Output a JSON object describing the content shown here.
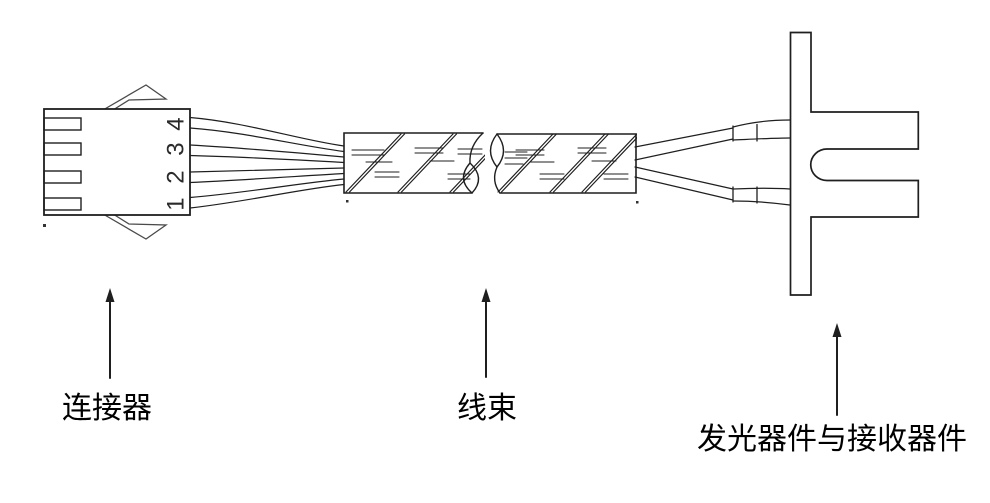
{
  "diagram": {
    "labels": {
      "connector": "连接器",
      "harness": "线束",
      "devices": "发光器件与接收器件"
    },
    "pin_numbers": [
      "1",
      "2",
      "3",
      "4"
    ],
    "colors": {
      "line": "#1f1f1f",
      "accent_gray": "#555555",
      "background": "#ffffff"
    }
  }
}
